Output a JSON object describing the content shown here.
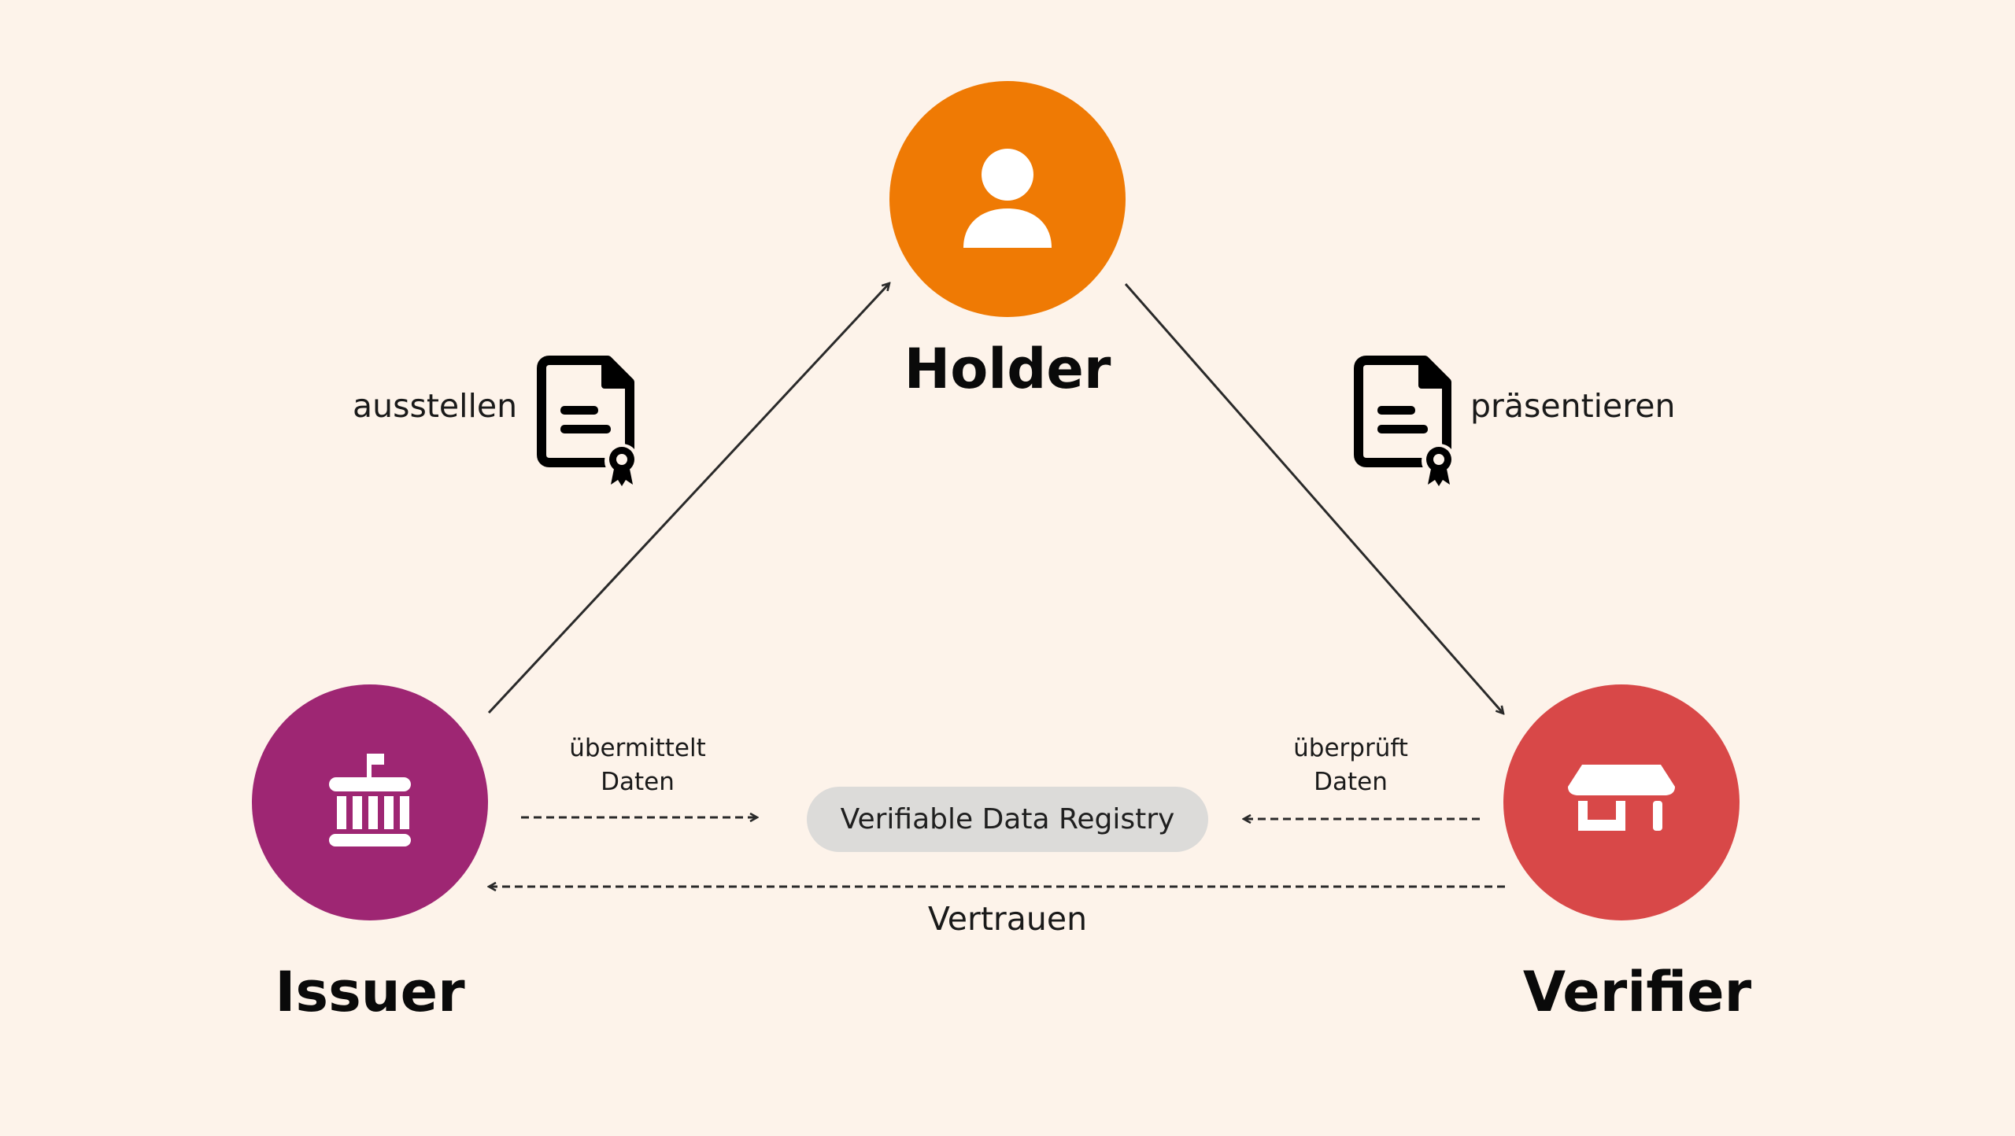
{
  "roles": {
    "holder": "Holder",
    "issuer": "Issuer",
    "verifier": "Verifier"
  },
  "actions": {
    "issue": "ausstellen",
    "present": "präsentieren"
  },
  "issuer_transmits": [
    "übermittelt",
    "Daten"
  ],
  "verifier_checks": [
    "überprüft",
    "Daten"
  ],
  "registry": "Verifiable Data Registry",
  "trust": "Vertrauen",
  "colors": {
    "background": "#fdf3ea",
    "holder": "#ef7a04",
    "issuer": "#9e2673",
    "verifier": "#d84848",
    "registry": "#dcdbd9"
  },
  "icons": {
    "holder": "person-icon",
    "issuer": "government-building-icon",
    "verifier": "storefront-icon",
    "credential": "certificate-document-icon"
  }
}
